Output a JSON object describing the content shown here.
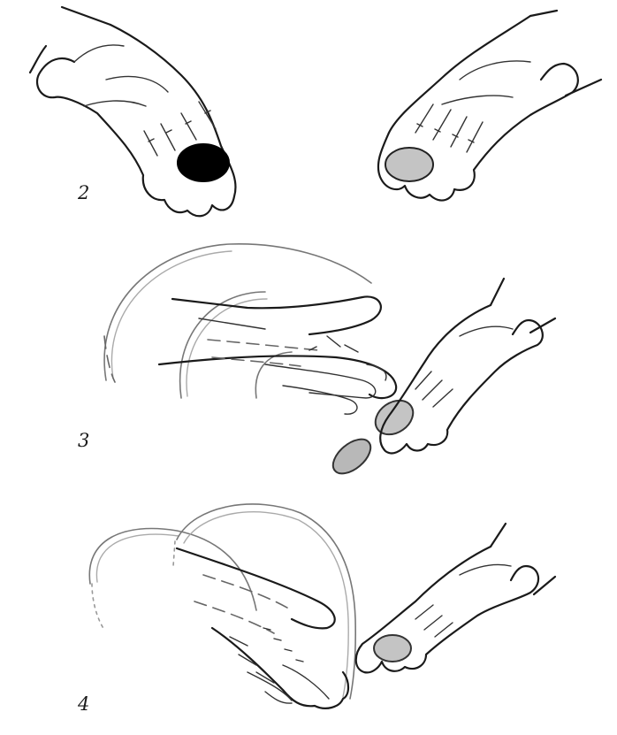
{
  "steps": [
    {
      "label": "2",
      "coin_left": "dark",
      "coin_right": "light"
    },
    {
      "label": "3"
    },
    {
      "label": "4"
    }
  ],
  "colors": {
    "ink": "#1a1a1a",
    "coin_dark": "#000000",
    "coin_light": "#c4c4c4"
  }
}
